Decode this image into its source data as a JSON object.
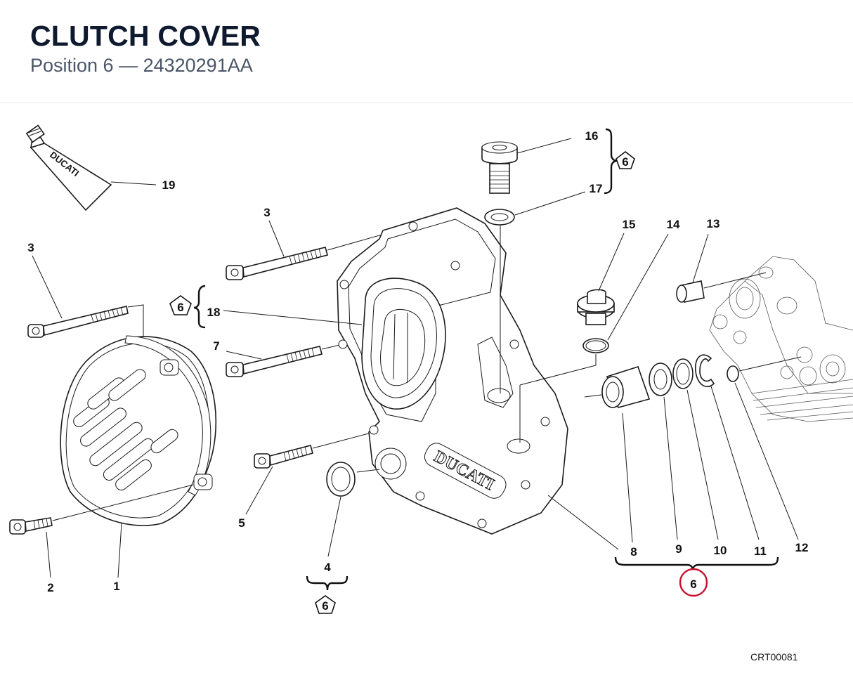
{
  "header": {
    "title": "CLUTCH COVER",
    "subtitle": "Position 6 — 24320291AA"
  },
  "diagram_ref": "CRT00081",
  "tube_logo": "DUCATI",
  "cover_logo": "DUCATI",
  "highlight_color": "#c8102e",
  "callouts": {
    "c1": "1",
    "c2": "2",
    "c3a": "3",
    "c3b": "3",
    "c4": "4",
    "c5": "5",
    "c7": "7",
    "c8": "8",
    "c9": "9",
    "c10": "10",
    "c11": "11",
    "c12": "12",
    "c13": "13",
    "c14": "14",
    "c15": "15",
    "c16": "16",
    "c17": "17",
    "c18": "18",
    "c19": "19"
  },
  "kit_badges": {
    "b16_17": "6",
    "b18": "6",
    "b4": "6",
    "b8_11": "6"
  }
}
